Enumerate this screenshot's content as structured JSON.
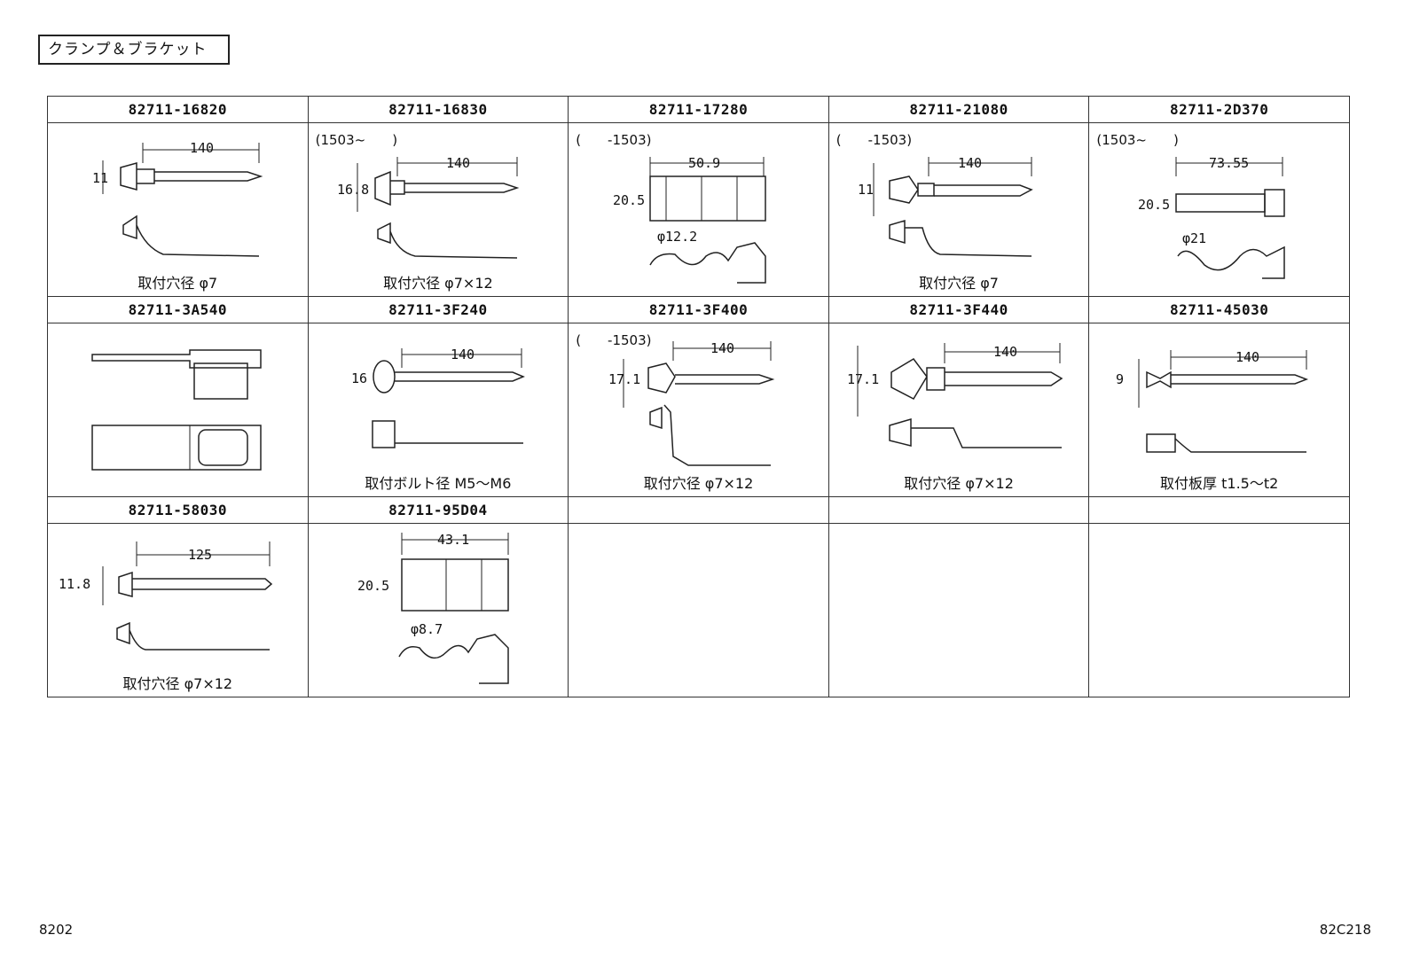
{
  "section_title": "クランプ＆ブラケット",
  "parts": [
    {
      "number": "82711-16820",
      "note": "",
      "caption": "取付穴径 φ7",
      "dims": [
        "140",
        "11"
      ]
    },
    {
      "number": "82711-16830",
      "note": "(1503~　　)",
      "caption": "取付穴径 φ7×12",
      "dims": [
        "140",
        "16.8"
      ]
    },
    {
      "number": "82711-17280",
      "note": "(　　-1503)",
      "caption": "",
      "dims": [
        "50.9",
        "20.5",
        "φ12.2"
      ]
    },
    {
      "number": "82711-21080",
      "note": "(　　-1503)",
      "caption": "取付穴径 φ7",
      "dims": [
        "140",
        "11"
      ]
    },
    {
      "number": "82711-2D370",
      "note": "(1503~　　)",
      "caption": "",
      "dims": [
        "73.55",
        "20.5",
        "φ21"
      ]
    },
    {
      "number": "82711-3A540",
      "note": "",
      "caption": "",
      "dims": []
    },
    {
      "number": "82711-3F240",
      "note": "",
      "caption": "取付ボルト径 M5～M6",
      "dims": [
        "140",
        "16"
      ]
    },
    {
      "number": "82711-3F400",
      "note": "(　　-1503)",
      "caption": "取付穴径 φ7×12",
      "dims": [
        "140",
        "17.1"
      ]
    },
    {
      "number": "82711-3F440",
      "note": "",
      "caption": "取付穴径 φ7×12",
      "dims": [
        "140",
        "17.1"
      ]
    },
    {
      "number": "82711-45030",
      "note": "",
      "caption": "取付板厚 t1.5～t2",
      "dims": [
        "140",
        "9"
      ]
    },
    {
      "number": "82711-58030",
      "note": "",
      "caption": "取付穴径 φ7×12",
      "dims": [
        "125",
        "11.8"
      ]
    },
    {
      "number": "82711-95D04",
      "note": "",
      "caption": "",
      "dims": [
        "43.1",
        "20.5",
        "φ8.7"
      ]
    },
    {
      "number": "",
      "note": "",
      "caption": "",
      "dims": []
    },
    {
      "number": "",
      "note": "",
      "caption": "",
      "dims": []
    },
    {
      "number": "",
      "note": "",
      "caption": "",
      "dims": []
    }
  ],
  "footer": {
    "left": "8202",
    "right": "82C218"
  }
}
